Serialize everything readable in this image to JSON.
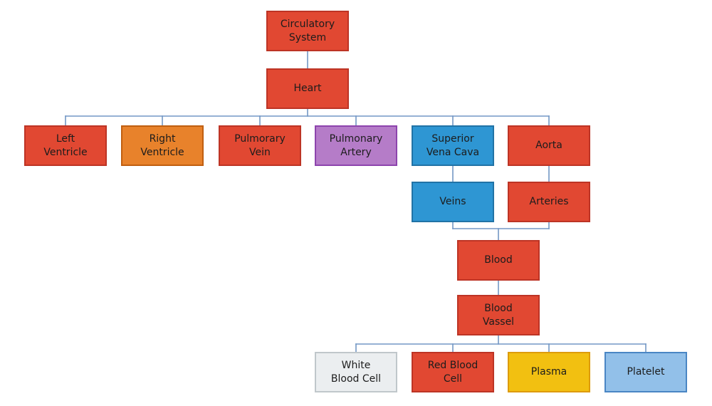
{
  "diagram": {
    "type": "tree-flowchart",
    "title": "Circulatory System",
    "palette": {
      "connector": "#7397c5",
      "text": "#1c1c1c",
      "red": {
        "fill": "#e14832",
        "border": "#bd3425"
      },
      "orange": {
        "fill": "#e8822b",
        "border": "#c05f10"
      },
      "purple": {
        "fill": "#b57cc8",
        "border": "#8d44ad"
      },
      "blue": {
        "fill": "#2e96d3",
        "border": "#2173a6"
      },
      "lightgray": {
        "fill": "#ebeef0",
        "border": "#c0c7cb"
      },
      "yellow": {
        "fill": "#f2c011",
        "border": "#dd9b0c"
      },
      "lightblue": {
        "fill": "#92c0e9",
        "border": "#4a86c4"
      }
    },
    "nodes": {
      "circulatory_system": {
        "label": "Circulatory\nSystem",
        "color": "red"
      },
      "heart": {
        "label": "Heart",
        "color": "red"
      },
      "left_ventricle": {
        "label": "Left\nVentricle",
        "color": "red"
      },
      "right_ventricle": {
        "label": "Right\nVentricle",
        "color": "orange"
      },
      "pulmorary_vein": {
        "label": "Pulmorary\nVein",
        "color": "red"
      },
      "pulmonary_artery": {
        "label": "Pulmonary\nArtery",
        "color": "purple"
      },
      "superior_vena_cava": {
        "label": "Superior\nVena Cava",
        "color": "blue"
      },
      "aorta": {
        "label": "Aorta",
        "color": "red"
      },
      "veins": {
        "label": "Veins",
        "color": "blue"
      },
      "arteries": {
        "label": "Arteries",
        "color": "red"
      },
      "blood": {
        "label": "Blood",
        "color": "red"
      },
      "blood_vassel": {
        "label": "Blood\nVassel",
        "color": "red"
      },
      "white_blood_cell": {
        "label": "White\nBlood Cell",
        "color": "lightgray"
      },
      "red_blood_cell": {
        "label": "Red Blood\nCell",
        "color": "red"
      },
      "plasma": {
        "label": "Plasma",
        "color": "yellow"
      },
      "platelet": {
        "label": "Platelet",
        "color": "lightblue"
      }
    },
    "edges": [
      [
        "circulatory_system",
        "heart"
      ],
      [
        "heart",
        "left_ventricle"
      ],
      [
        "heart",
        "right_ventricle"
      ],
      [
        "heart",
        "pulmorary_vein"
      ],
      [
        "heart",
        "pulmonary_artery"
      ],
      [
        "heart",
        "superior_vena_cava"
      ],
      [
        "heart",
        "aorta"
      ],
      [
        "superior_vena_cava",
        "veins"
      ],
      [
        "aorta",
        "arteries"
      ],
      [
        "veins",
        "blood"
      ],
      [
        "arteries",
        "blood"
      ],
      [
        "blood",
        "blood_vassel"
      ],
      [
        "blood_vassel",
        "white_blood_cell"
      ],
      [
        "blood_vassel",
        "red_blood_cell"
      ],
      [
        "blood_vassel",
        "plasma"
      ],
      [
        "blood_vassel",
        "platelet"
      ]
    ]
  }
}
